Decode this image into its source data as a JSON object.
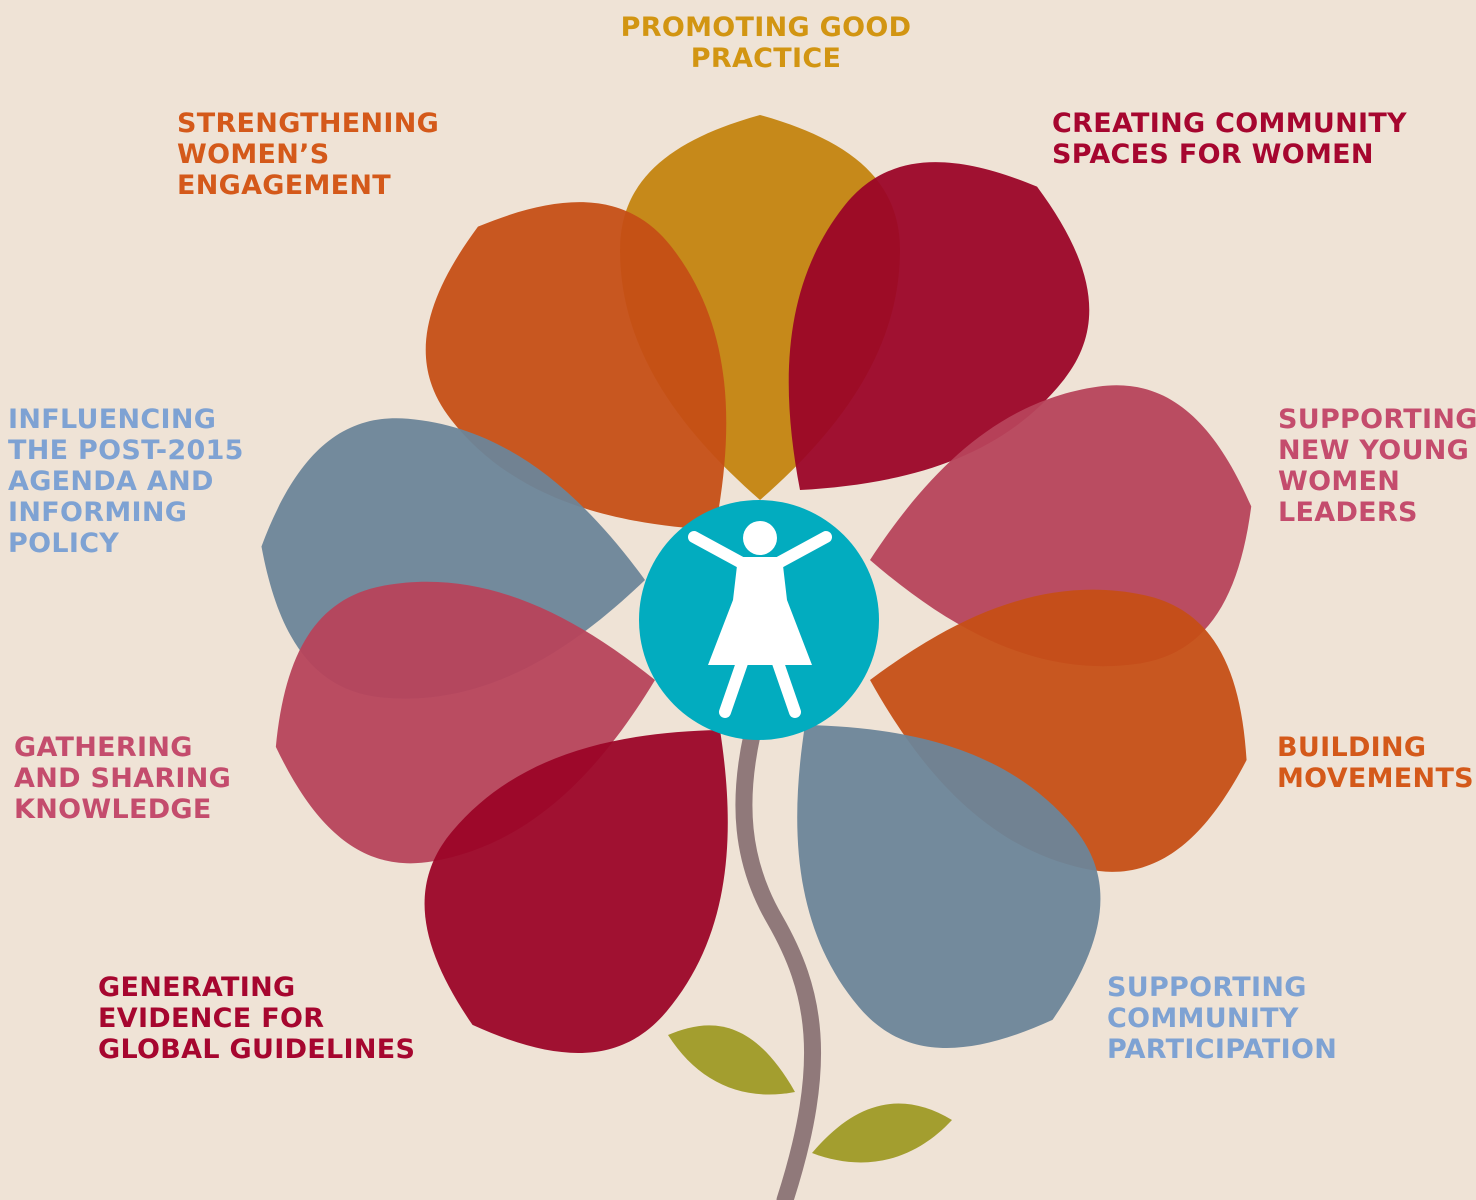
{
  "colors": {
    "background": "#efe3d6",
    "gold": "#d29512",
    "orange": "#d4591a",
    "crimson": "#a6062f",
    "pink": "#c44c6d",
    "blue": "#7496b6",
    "label_blue": "#7ea2d3",
    "teal": "#02acbf",
    "stem": "#90797a",
    "leaf": "#a39e2f"
  },
  "icons": {
    "center": "woman-figure-icon"
  },
  "labels": {
    "promoting": "PROMOTING GOOD\nPRACTICE",
    "strengthening": "STRENGTHENING\nWOMEN’S\nENGAGEMENT",
    "creating": "CREATING COMMUNITY\nSPACES FOR WOMEN",
    "influencing": "INFLUENCING\nTHE POST-2015\nAGENDA AND\nINFORMING\nPOLICY",
    "supporting_leaders": "SUPPORTING\nNEW YOUNG\nWOMEN\nLEADERS",
    "gathering": "GATHERING\nAND SHARING\nKNOWLEDGE",
    "building": "BUILDING\nMOVEMENTS",
    "generating": "GENERATING\nEVIDENCE FOR\nGLOBAL GUIDELINES",
    "supporting_participation": "SUPPORTING\nCOMMUNITY\nPARTICIPATION"
  }
}
